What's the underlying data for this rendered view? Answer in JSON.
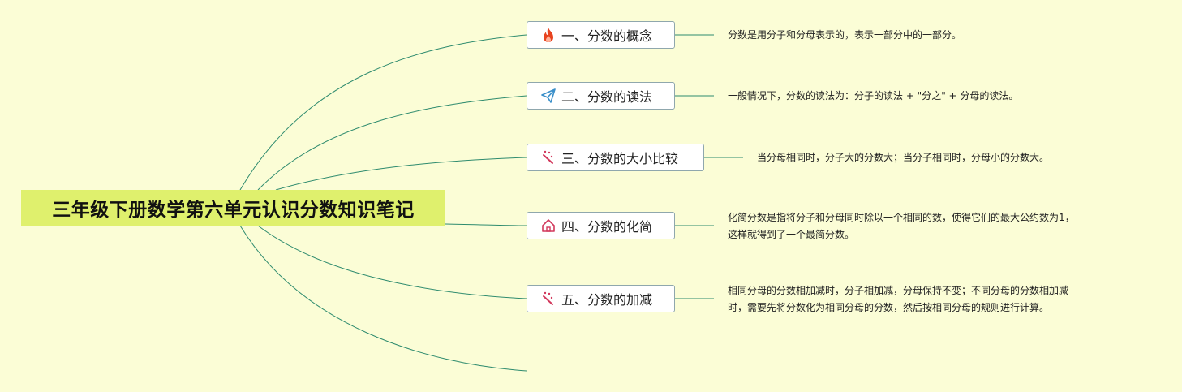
{
  "root": {
    "title": "三年级下册数学第六单元认识分数知识笔记"
  },
  "topics": [
    {
      "label": "一、分数的概念",
      "icon": "fire-icon",
      "note_lines": [
        "分数是用分子和分母表示的，表示一部分中的一部分。"
      ]
    },
    {
      "label": "二、分数的读法",
      "icon": "paper-plane-icon",
      "note_lines": [
        "一般情况下，分数的读法为：分子的读法 + \"分之\" + 分母的读法。"
      ]
    },
    {
      "label": "三、分数的大小比较",
      "icon": "magic-wand-icon",
      "note_lines": [
        "当分母相同时，分子大的分数大；当分子相同时，分母小的分数大。"
      ]
    },
    {
      "label": "四、分数的化简",
      "icon": "home-icon",
      "note_lines": [
        "化简分数是指将分子和分母同时除以一个相同的数，使得它们的最大公约数为1，",
        "这样就得到了一个最简分数。"
      ]
    },
    {
      "label": "五、分数的加减",
      "icon": "magic-wand-icon",
      "note_lines": [
        "相同分母的分数相加减时，分子相加减，分母保持不变；不同分母的分数相加减",
        "时，需要先将分数化为相同分母的分数，然后按相同分母的规则进行计算。"
      ]
    }
  ],
  "colors": {
    "background": "#fbfdd6",
    "root_fill": "#dff06d",
    "connector": "#2e8b6e",
    "topic_border": "#8fa7ad",
    "fire": "#e8431f",
    "plane": "#3a8fc9",
    "wand": "#d2385c",
    "home": "#d2385c"
  }
}
